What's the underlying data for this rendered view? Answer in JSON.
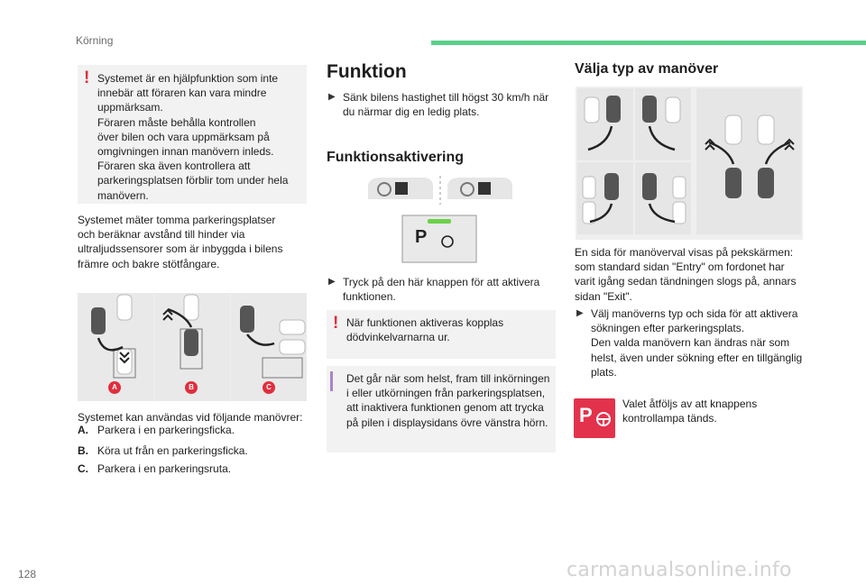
{
  "header": {
    "section": "Körning",
    "accent": "#5cd08a"
  },
  "footer": {
    "page_number": "128",
    "watermark": "carmanualsonline.info"
  },
  "left": {
    "warning": {
      "lines": [
        "Systemet är en hjälpfunktion som inte",
        "innebär att föraren kan vara mindre",
        "uppmärksam.",
        "Föraren måste behålla kontrollen",
        "över bilen och vara uppmärksam på",
        "omgivningen innan manövern inleds.",
        "Föraren ska även kontrollera att",
        "parkeringsplatsen förblir tom under hela",
        "manövern."
      ]
    },
    "intro": [
      "Systemet mäter tomma parkeringsplatser",
      "och beräknar avstånd till hinder via",
      "ultraljudssensorer som är inbyggda i bilens",
      "främre och bakre stötfångare."
    ],
    "figure_labels": [
      "A",
      "B",
      "C"
    ],
    "maneuver_intro": "Systemet kan användas vid följande manövrer:",
    "maneuvers": [
      {
        "letter": "A.",
        "text": "Parkera i en parkeringsficka."
      },
      {
        "letter": "B.",
        "text": "Köra ut från en parkeringsficka."
      },
      {
        "letter": "C.",
        "text": "Parkera i en parkeringsruta."
      }
    ]
  },
  "middle": {
    "title": "Funktion",
    "bullet1": [
      "Sänk bilens hastighet till högst 30 km/h när",
      "du närmar dig en ledig plats."
    ],
    "activation_title": "Funktionsaktivering",
    "bullet2": [
      "Tryck på den här knappen för att aktivera",
      "funktionen."
    ],
    "warning2": [
      "När funktionen aktiveras kopplas",
      "dödvinkelvarnarna ur."
    ],
    "info": [
      "Det går när som helst, fram till inkörningen",
      "i eller utkörningen från parkeringsplatsen,",
      "att inaktivera funktionen genom att trycka",
      "på pilen i displaysidans övre vänstra hörn."
    ],
    "button_symbol": "P"
  },
  "right": {
    "title": "Välja typ av manöver",
    "para": [
      "En sida för manöverval visas på pekskärmen:",
      "som standard sidan \"Entry\" om fordonet har",
      "varit igång sedan tändningen slogs på, annars",
      "sidan \"Exit\"."
    ],
    "bullet": [
      "Välj manöverns typ och sida för att aktivera",
      "sökningen efter parkeringsplats.",
      "Den valda manövern kan ändras när som",
      "helst, även under sökning efter en tillgänglig",
      "plats."
    ],
    "lamp_text": [
      "Valet åtföljs av att knappens",
      "kontrollampa tänds."
    ],
    "lamp_symbol": "P"
  },
  "colors": {
    "warning": "#e02e3d",
    "info": "#a984c8",
    "lamp": "#e3324b"
  }
}
